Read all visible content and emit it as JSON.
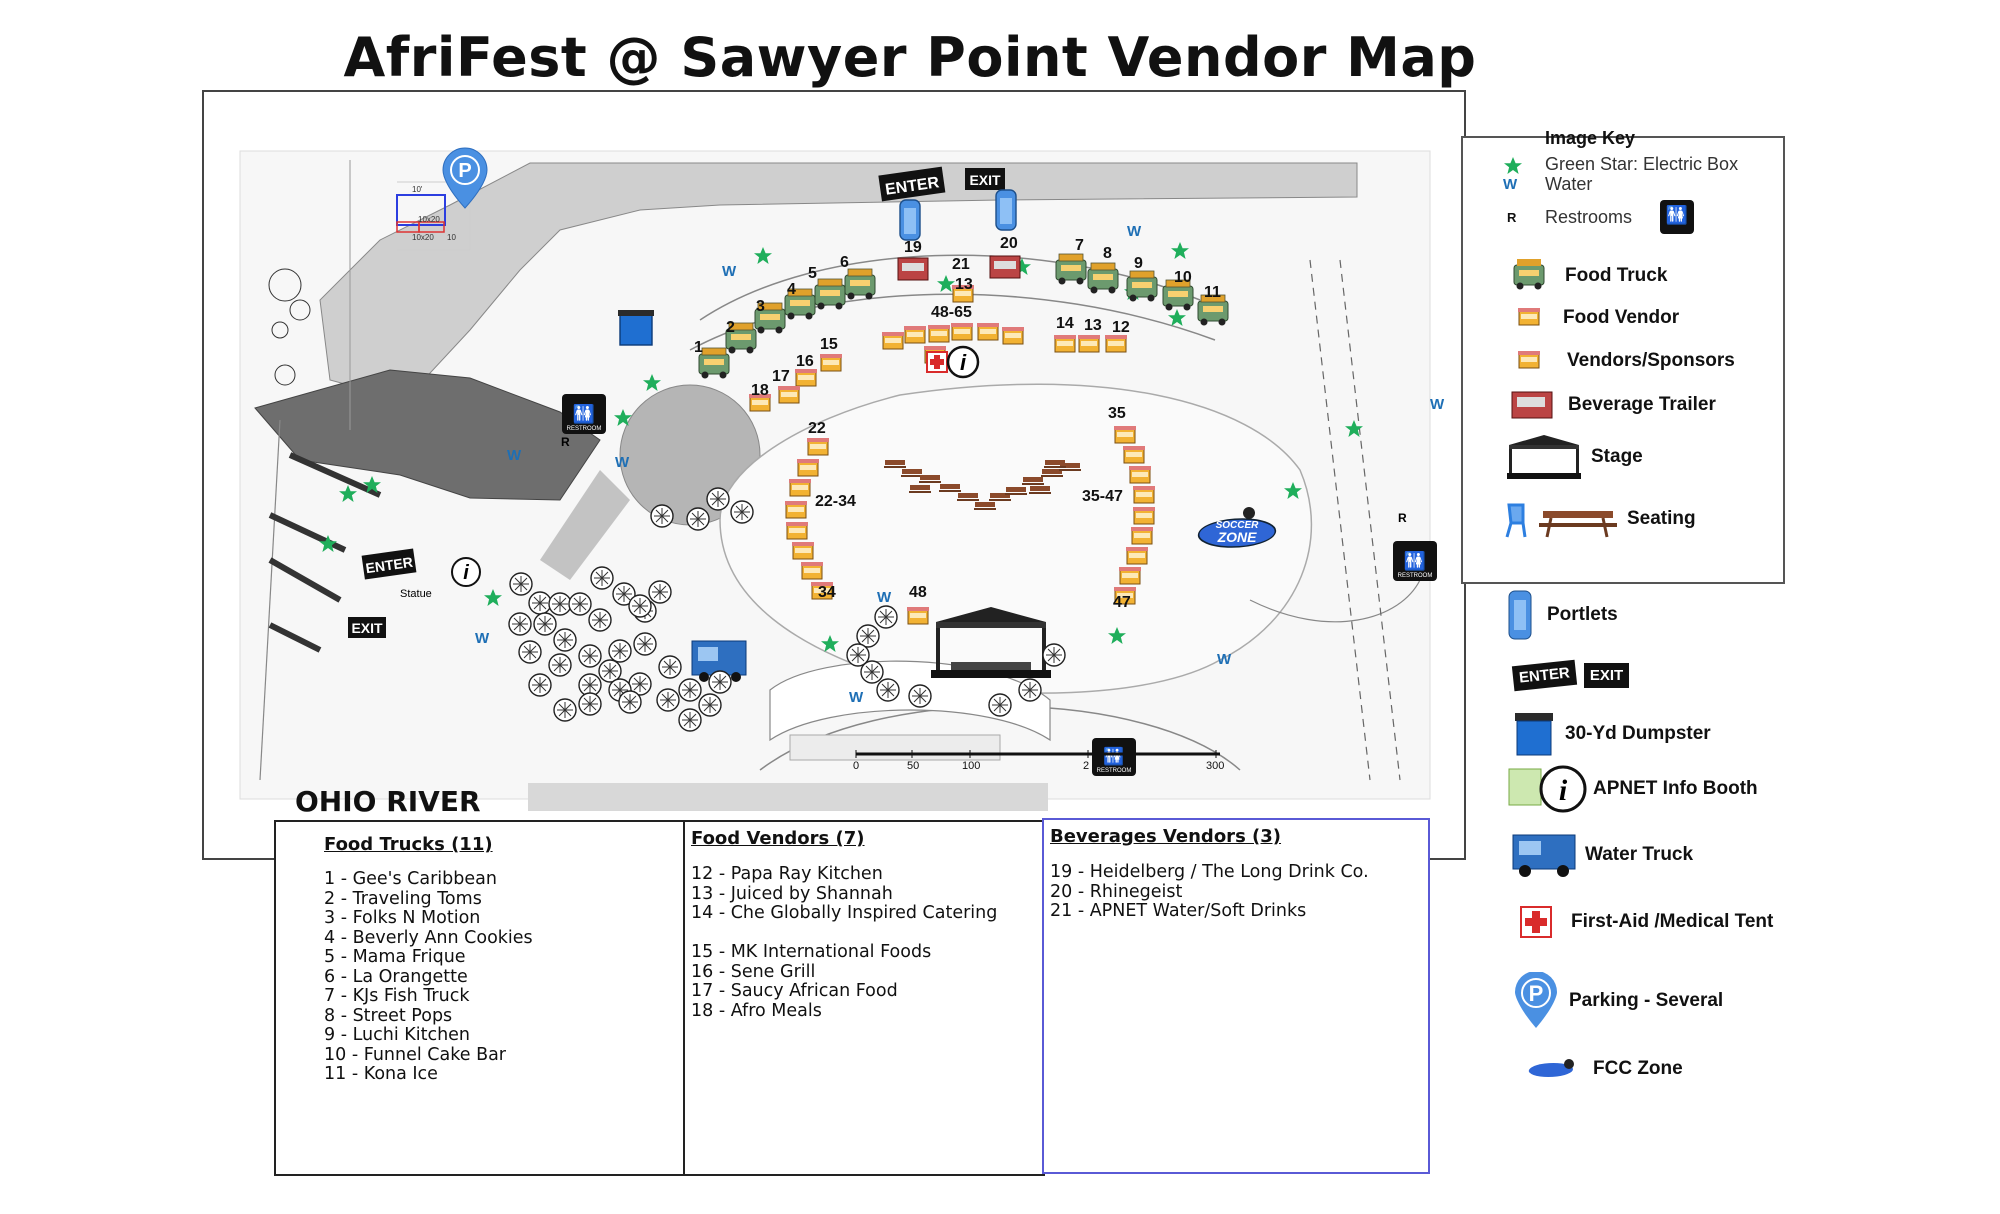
{
  "title": "AfriFest @ Sawyer Point  Vendor Map",
  "river_label": "OHIO RIVER",
  "image_key": {
    "heading": "Image Key",
    "items": [
      {
        "icon": "green-star-icon",
        "label": "Green Star: Electric Box"
      },
      {
        "icon": "water-w-icon",
        "label": "Water"
      },
      {
        "icon": "restroom-r-icon",
        "label": "Restrooms"
      },
      {
        "icon": "food-truck-icon",
        "label": "Food Truck"
      },
      {
        "icon": "food-vendor-icon",
        "label": "Food Vendor"
      },
      {
        "icon": "vendor-sponsor-icon",
        "label": "Vendors/Sponsors"
      },
      {
        "icon": "beverage-trailer-icon",
        "label": "Beverage Trailer"
      },
      {
        "icon": "stage-icon",
        "label": "Stage"
      },
      {
        "icon": "seating-icon",
        "label": "Seating"
      },
      {
        "icon": "portlet-icon",
        "label": "Portlets"
      },
      {
        "icon": "dumpster-icon",
        "label": "30-Yd Dumpster"
      },
      {
        "icon": "info-booth-icon",
        "label": "APNET Info Booth"
      },
      {
        "icon": "water-truck-icon",
        "label": "Water Truck"
      },
      {
        "icon": "first-aid-icon",
        "label": "First-Aid /Medical Tent"
      },
      {
        "icon": "parking-icon",
        "label": "Parking - Several"
      },
      {
        "icon": "fcc-zone-icon",
        "label": "FCC Zone"
      }
    ]
  },
  "signs": {
    "enter": "ENTER",
    "exit": "EXIT",
    "restroom": "RESTROOM",
    "r_letter": "R",
    "w_letter": "W",
    "p_letter": "P",
    "i_letter": "i",
    "statue": "Statue",
    "soccer_zone": "ZONE",
    "soccer_text": "SOCCER"
  },
  "parking_grid": {
    "dim_top": "10'",
    "dim_mid": "10x20",
    "dim_a": "10x20",
    "dim_b": "10"
  },
  "map_labels": {
    "n1": "1",
    "n2": "2",
    "n3": "3",
    "n4": "4",
    "n5": "5",
    "n6": "6",
    "n7": "7",
    "n8": "8",
    "n9": "9",
    "n10": "10",
    "n11": "11",
    "n12": "12",
    "n13": "13",
    "n14": "14",
    "n15": "15",
    "n16": "16",
    "n17": "17",
    "n18": "18",
    "n19": "19",
    "n20": "20",
    "n21": "21",
    "n13b": "13",
    "range_48_65": "48-65",
    "n22": "22",
    "range_22_34": "22-34",
    "n34": "34",
    "n35": "35",
    "range_35_47": "35-47",
    "n47": "47",
    "n48": "48"
  },
  "scale_bar": {
    "ticks": [
      "0",
      "50",
      "100",
      "2",
      "300"
    ]
  },
  "lists": {
    "food_trucks": {
      "title": "Food Trucks (11)",
      "items": [
        "1 - Gee's Caribbean",
        "2 - Traveling Toms",
        "3 - Folks N Motion",
        "4 - Beverly Ann Cookies",
        "5 - Mama Frique",
        "6 - La Orangette",
        "7 - KJs Fish Truck",
        "8 - Street Pops",
        "9 - Luchi Kitchen",
        "10 - Funnel Cake Bar",
        "11 - Kona Ice"
      ]
    },
    "food_vendors": {
      "title": "Food Vendors (7)",
      "items": [
        "12 - Papa Ray Kitchen",
        "13 - Juiced by Shannah",
        "14 - Che Globally Inspired Catering",
        "",
        "15 - MK International Foods",
        "16 - Sene Grill",
        "17 - Saucy African Food",
        "18 - Afro Meals"
      ]
    },
    "beverage_vendors": {
      "title": "Beverages Vendors  (3)",
      "items": [
        "19 - Heidelberg / The Long Drink Co.",
        "20 - Rhinegeist",
        "21 -  APNET Water/Soft Drinks"
      ]
    }
  },
  "colors": {
    "star": "#1fae5b",
    "water": "#1e6fb5",
    "truck": "#6c9a6e",
    "vendor": "#f2b233",
    "dumpster": "#1f6fd1",
    "parking": "#4a90e2",
    "firstaid": "#d92b2b",
    "grey": "#9a9a9a"
  }
}
